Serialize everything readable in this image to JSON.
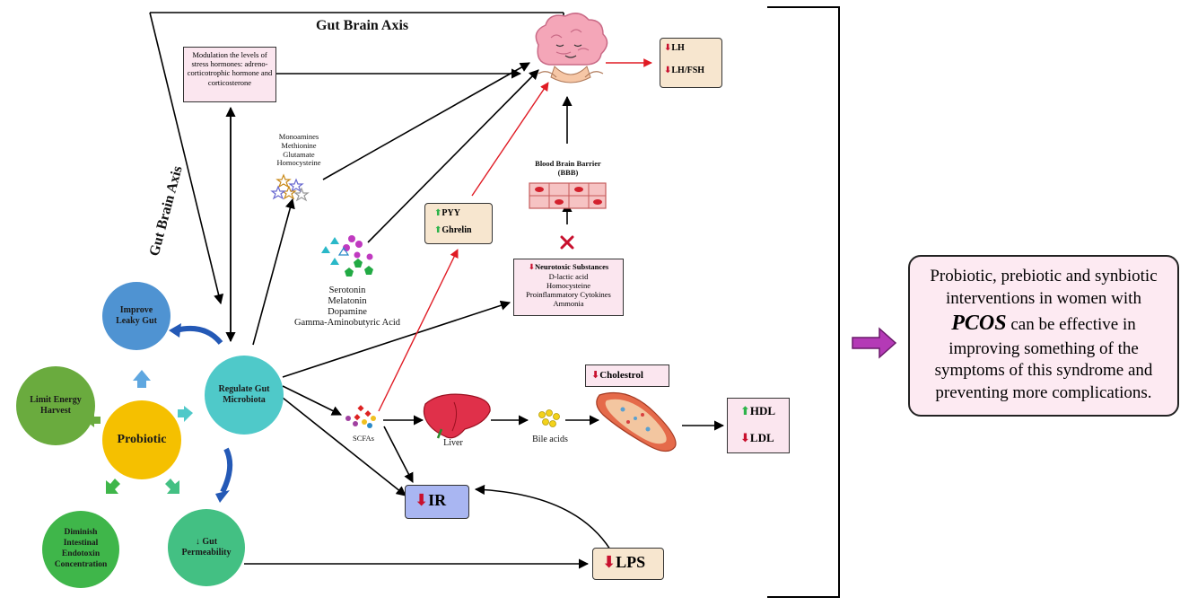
{
  "title": "Gut Brain Axis",
  "side_title": "Gut Brain Axis",
  "stress_box": "Modulation the levels of stress hormones: adreno-corticotrophic hormone and corticosterone",
  "monoamines": [
    "Monoamines",
    "Methionine",
    "Glutamate",
    "Homocysteine"
  ],
  "neurotransmitters": [
    "Serotonin",
    "Melatonin",
    "Dopamine",
    "Gamma-Aminobutyric Acid"
  ],
  "hormone_box": {
    "up1": "PYY",
    "up2": "Ghrelin"
  },
  "lh_box": {
    "l1": "LH",
    "l2": "LH/FSH"
  },
  "bbb_label": [
    "Blood Brain Barrier",
    "(BBB)"
  ],
  "neurotoxic": {
    "title": "Neurotoxic Substances",
    "items": [
      "D-lactic acid",
      "Homocysteine",
      "Proinflammatory Cytokines",
      "Ammonia"
    ]
  },
  "circles": {
    "probiotic": "Probiotic",
    "leaky_gut": [
      "Improve",
      "Leaky Gut"
    ],
    "regulate": [
      "Regulate Gut",
      "Microbiota"
    ],
    "energy": [
      "Limit Energy",
      "Harvest"
    ],
    "endotoxin": [
      "Diminish",
      "Intestinal",
      "Endotoxin",
      "Concentration"
    ],
    "permeability": [
      "↓ Gut",
      "Permeability"
    ]
  },
  "scfa": "SCFAs",
  "liver": "Liver",
  "bile": "Bile acids",
  "cholestrol": "Cholestrol",
  "hdl": "HDL",
  "ldl": "LDL",
  "ir": "IR",
  "lps": "LPS",
  "conclusion": {
    "before": "Probiotic, prebiotic and synbiotic interventions in women with",
    "emph": "PCOS",
    "after": "can be effective in improving something of the symptoms of this syndrome and preventing more complications."
  },
  "colors": {
    "probiotic": "#f5c000",
    "leaky_gut": "#4f93d2",
    "regulate": "#4fc9c9",
    "energy": "#6aab3e",
    "endotoxin": "#3fb64a",
    "permeability": "#43c083",
    "pink_box": "#fbe6ef",
    "tan_box": "#f7e6cf",
    "ir_box": "#a9b6f2",
    "conclusion_box": "#fdeaf2",
    "red_arrow": "#e01b24",
    "up_arrow": "#2db34a",
    "down_arrow": "#c8102e",
    "purple_arrow": "#b43ab6"
  }
}
